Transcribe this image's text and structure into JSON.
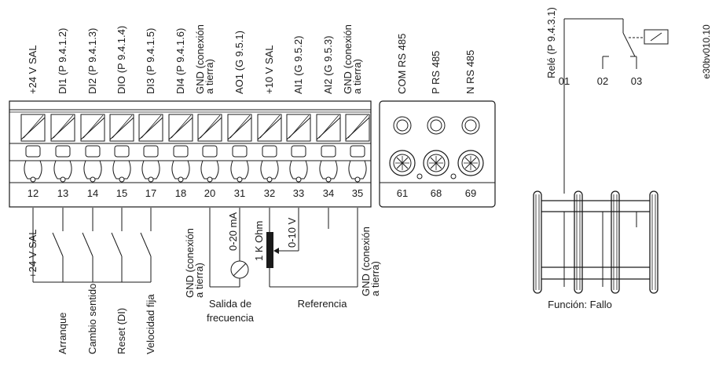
{
  "top_labels": [
    [
      "+24 V SAL"
    ],
    [
      "DI1 (P 9.4.1.2)"
    ],
    [
      "DI2 (P 9.4.1.3)"
    ],
    [
      "DIO (P 9.4.1.4)"
    ],
    [
      "DI3 (P 9.4.1.5)"
    ],
    [
      "DI4 (P 9.4.1.6)"
    ],
    [
      "GND (conexión",
      "a tierra)"
    ],
    [
      "AO1 (G 9.5.1)"
    ],
    [
      "+10 V SAL"
    ],
    [
      "AI1 (G 9.5.2)"
    ],
    [
      "AI2 (G 9.5.3)"
    ],
    [
      "GND (conexión",
      "a tierra)"
    ]
  ],
  "terminals": [
    "12",
    "13",
    "14",
    "15",
    "17",
    "18",
    "20",
    "31",
    "32",
    "33",
    "34",
    "35"
  ],
  "rs485_labels": [
    "COM RS 485",
    "P RS 485",
    "N RS 485"
  ],
  "rs485_terminals": [
    "61",
    "68",
    "69"
  ],
  "relay": {
    "title": "Relé (P 9.4.3.1)",
    "terminals": [
      "01",
      "02",
      "03"
    ],
    "function": "Función: Fallo"
  },
  "doc_code": "e30bv010.10",
  "bottom": {
    "v24_label": "+24 V SAL",
    "switches": [
      "Arranque",
      "Cambio sentido",
      "Reset (DI)",
      "Velocidad fija"
    ],
    "gnd1": [
      "GND (conexión",
      "a tierra)"
    ],
    "ma_label": "0-20 mA",
    "freq_output": [
      "Salida de",
      "frecuencia"
    ],
    "pot_label": "1 K Ohm",
    "v10_label": "0-10 V",
    "reference": "Referencia",
    "gnd2": [
      "GND (conexión",
      "a tierra)"
    ]
  }
}
